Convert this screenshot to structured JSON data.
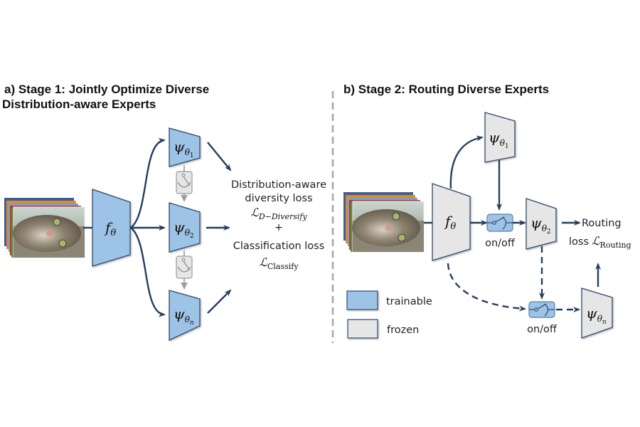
{
  "stage1": {
    "title_line1": "a)   Stage 1: Jointly Optimize Diverse",
    "title_line2": "Distribution-aware Experts",
    "backbone": {
      "symbol": "f",
      "sub": "θ",
      "state": "trainable"
    },
    "experts": [
      {
        "symbol": "ψ",
        "sub": "θ",
        "subsub": "1",
        "state": "trainable"
      },
      {
        "symbol": "ψ",
        "sub": "θ",
        "subsub": "2",
        "state": "trainable"
      },
      {
        "symbol": "ψ",
        "sub": "θ",
        "subsub": "n",
        "state": "trainable"
      }
    ],
    "loss_text": {
      "line1": "Distribution-aware",
      "line2": "diversity loss",
      "div_loss_symbol": "ℒ",
      "div_loss_sub": "D−Diversify",
      "plus": "+",
      "line4": "Classification loss",
      "cls_loss_symbol": "ℒ",
      "cls_loss_sub": "Classify"
    }
  },
  "stage2": {
    "title": "b) Stage 2: Routing Diverse Experts",
    "backbone": {
      "symbol": "f",
      "sub": "θ",
      "state": "frozen"
    },
    "experts": [
      {
        "symbol": "ψ",
        "sub": "θ",
        "subsub": "1",
        "state": "frozen"
      },
      {
        "symbol": "ψ",
        "sub": "θ",
        "subsub": "2",
        "state": "frozen"
      },
      {
        "symbol": "ψ",
        "sub": "θ",
        "subsub": "n",
        "state": "frozen"
      }
    ],
    "switch_labels": [
      "on/off",
      "on/off"
    ],
    "routing_line1": "Routing",
    "routing_line2": "loss",
    "routing_symbol": "ℒ",
    "routing_sub": "Routing"
  },
  "legend": {
    "items": [
      {
        "label": "trainable",
        "color": "#9dc3e6"
      },
      {
        "label": "frozen",
        "color": "#e6e6e6"
      }
    ]
  },
  "colors": {
    "trainable": "#9dc3e6",
    "frozen": "#e6e6e6",
    "stroke": "#2f4a6a",
    "arrow": "#263e5e",
    "divider": "#a6a6a6"
  }
}
